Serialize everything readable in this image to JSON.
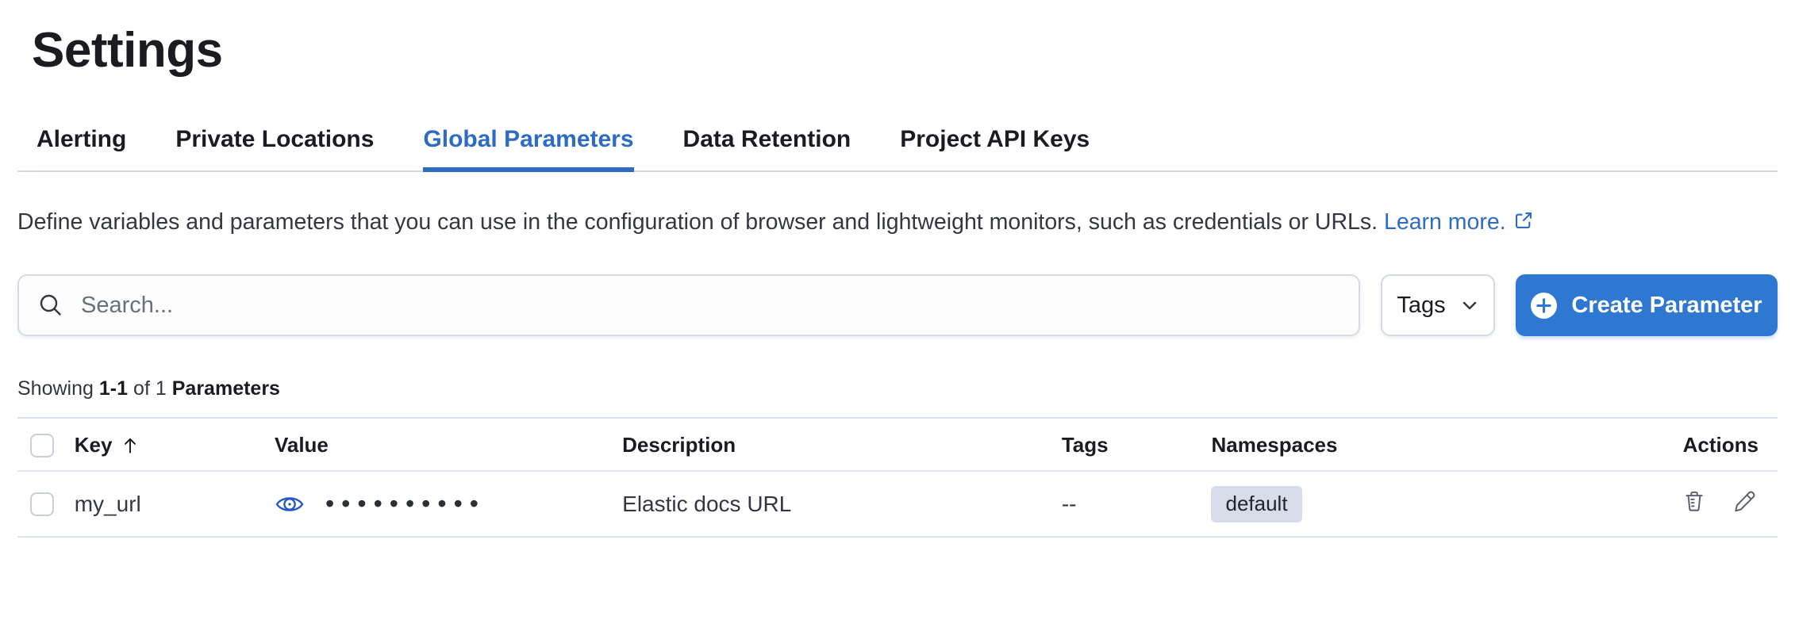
{
  "page_title": "Settings",
  "tabs": [
    {
      "label": "Alerting",
      "active": false
    },
    {
      "label": "Private Locations",
      "active": false
    },
    {
      "label": "Global Parameters",
      "active": true
    },
    {
      "label": "Data Retention",
      "active": false
    },
    {
      "label": "Project API Keys",
      "active": false
    }
  ],
  "description": {
    "text": "Define variables and parameters that you can use in the configuration of browser and lightweight monitors, such as credentials or URLs.",
    "link_label": "Learn more."
  },
  "toolbar": {
    "search_placeholder": "Search...",
    "search_value": "",
    "tags_label": "Tags",
    "create_label": "Create Parameter"
  },
  "summary": {
    "showing": "Showing",
    "range": "1-1",
    "of": "of 1",
    "entity": "Parameters"
  },
  "table": {
    "headers": {
      "key": "Key",
      "value": "Value",
      "description": "Description",
      "tags": "Tags",
      "namespaces": "Namespaces",
      "actions": "Actions"
    },
    "sort": {
      "column": "Key",
      "direction": "ascending"
    },
    "rows": [
      {
        "key": "my_url",
        "value_masked": "••••••••••",
        "description": "Elastic docs URL",
        "tags": "--",
        "namespace": "default"
      }
    ]
  },
  "icons": {
    "search": "magnifier-icon",
    "tags_chevron": "chevron-down-icon",
    "create_plus": "plus-in-circle-icon",
    "learn_more": "external-link-icon",
    "sort": "sort-ascending-arrow-icon",
    "value_visibility": "eye-icon",
    "delete": "trash-icon",
    "edit": "pencil-icon"
  },
  "colors": {
    "primary_link_blue": "#2e6cc4",
    "button_blue": "#2f78d2",
    "badge_background": "#d6dce8",
    "eye_blue": "#2257c5",
    "text_dark": "#1a1c21",
    "text_body": "#343741",
    "divider": "#d3dae6"
  }
}
